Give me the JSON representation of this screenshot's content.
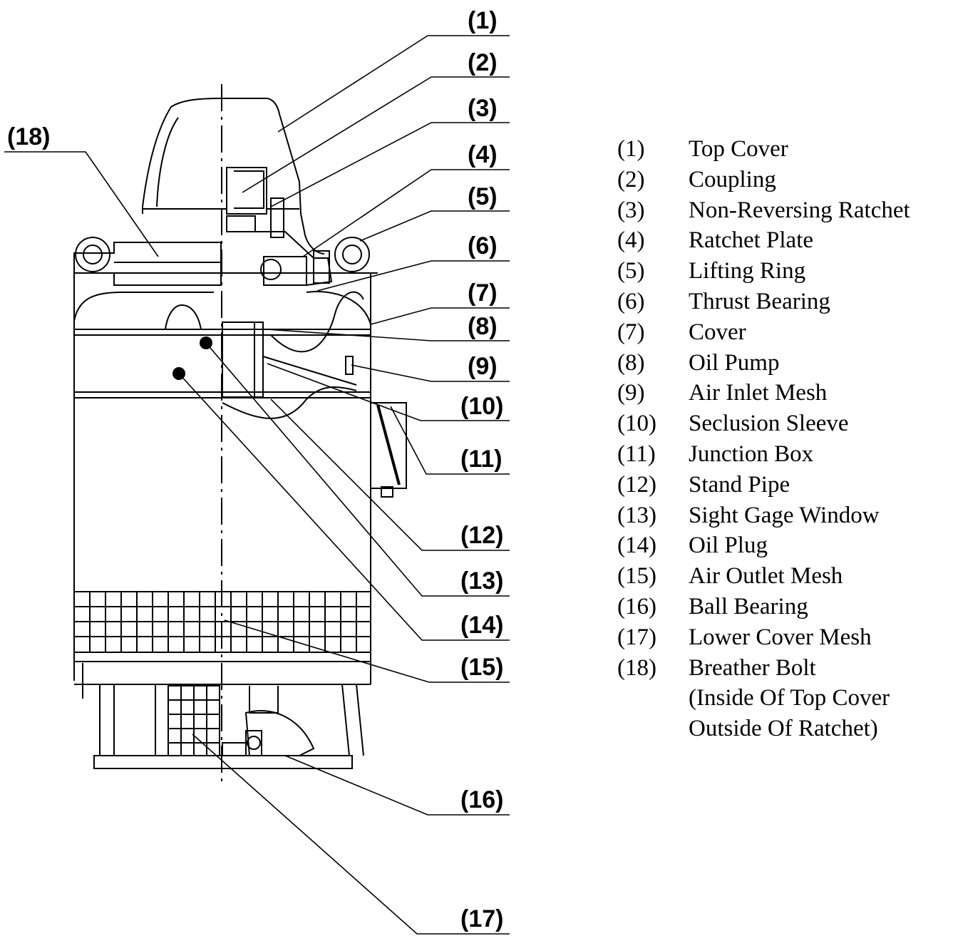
{
  "callouts": [
    "(1)",
    "(2)",
    "(3)",
    "(4)",
    "(5)",
    "(6)",
    "(7)",
    "(8)",
    "(9)",
    "(10)",
    "(11)",
    "(12)",
    "(13)",
    "(14)",
    "(15)",
    "(16)",
    "(17)",
    "(18)"
  ],
  "legend": [
    {
      "num": "(1)",
      "name": "Top Cover"
    },
    {
      "num": "(2)",
      "name": "Coupling"
    },
    {
      "num": "(3)",
      "name": "Non-Reversing Ratchet"
    },
    {
      "num": "(4)",
      "name": "Ratchet Plate"
    },
    {
      "num": "(5)",
      "name": "Lifting Ring"
    },
    {
      "num": "(6)",
      "name": "Thrust Bearing"
    },
    {
      "num": "(7)",
      "name": "Cover"
    },
    {
      "num": "(8)",
      "name": "Oil Pump"
    },
    {
      "num": "(9)",
      "name": "Air Inlet Mesh"
    },
    {
      "num": "(10)",
      "name": "Seclusion Sleeve"
    },
    {
      "num": "(11)",
      "name": "Junction Box"
    },
    {
      "num": "(12)",
      "name": "Stand Pipe"
    },
    {
      "num": "(13)",
      "name": "Sight Gage Window"
    },
    {
      "num": "(14)",
      "name": "Oil Plug"
    },
    {
      "num": "(15)",
      "name": "Air Outlet Mesh"
    },
    {
      "num": "(16)",
      "name": "Ball Bearing"
    },
    {
      "num": "(17)",
      "name": "Lower Cover Mesh"
    },
    {
      "num": "(18)",
      "name": "Breather Bolt"
    }
  ],
  "legend_note": [
    "(Inside Of Top Cover",
    "Outside Of Ratchet)"
  ]
}
